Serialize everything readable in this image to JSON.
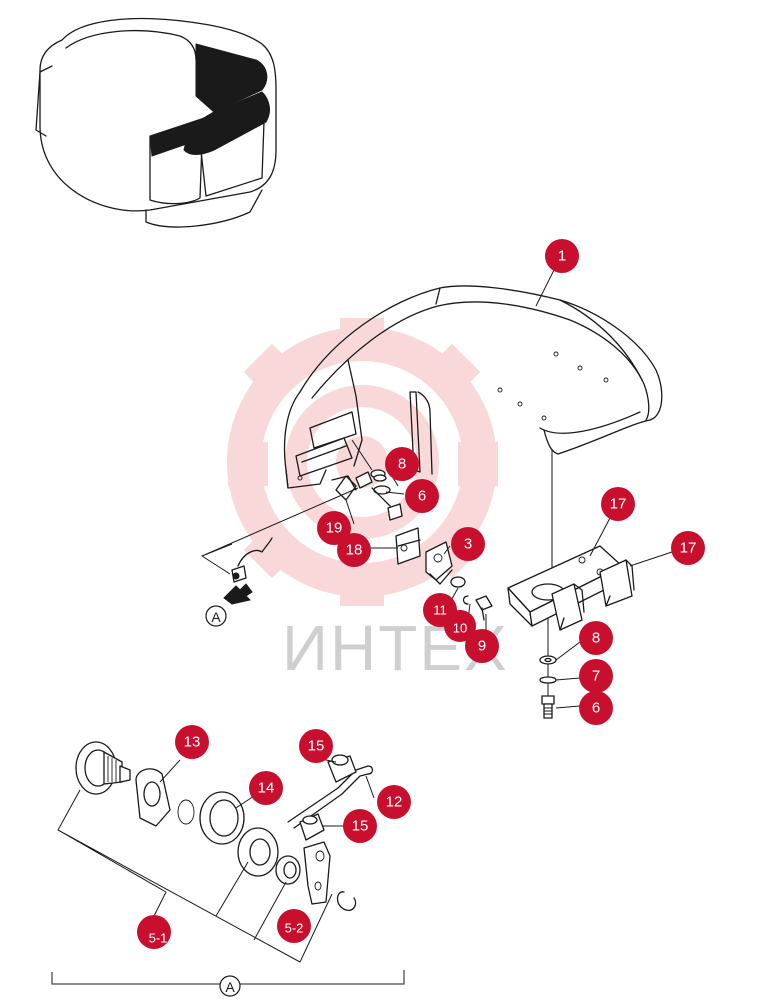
{
  "watermark": {
    "text": "ИНТЕХ",
    "color": "#e8a0a0",
    "icon": "gear-target-logo"
  },
  "colors": {
    "callout": "#c8102e",
    "callout_text": "#ffffff",
    "line": "#1a1a1a"
  },
  "callouts": {
    "c1": "1",
    "c3": "3",
    "c6a": "6",
    "c8a": "8",
    "c9": "9",
    "c10": "10",
    "c11": "11",
    "c17a": "17",
    "c17b": "17",
    "c18": "18",
    "c19": "19",
    "c8b": "8",
    "c7": "7",
    "c6b": "6",
    "c13": "13",
    "c14": "14",
    "c15a": "15",
    "c15b": "15",
    "c12": "12",
    "c51": "5-1",
    "c52": "5-2"
  },
  "refs": {
    "detail_ref": "A",
    "detail_label": "A"
  }
}
